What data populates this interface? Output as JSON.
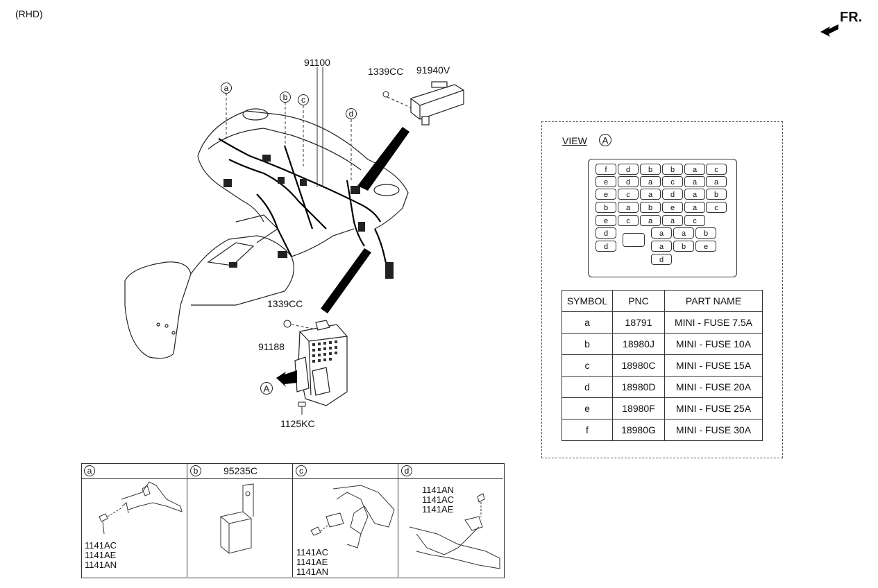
{
  "header": {
    "rhd": "(RHD)",
    "front": "FR."
  },
  "callouts": {
    "harness": "91100",
    "nut_top": "1339CC",
    "module": "91940V",
    "nut_mid": "1339CC",
    "junction_box": "91188",
    "bolt": "1125KC",
    "view_marker": "A"
  },
  "detail_letters": [
    "a",
    "b",
    "c",
    "d"
  ],
  "view": {
    "title": "VIEW",
    "marker": "A",
    "fuse_grid": [
      [
        "f",
        "d",
        "b",
        "b",
        "a",
        "c"
      ],
      [
        "e",
        "d",
        "a",
        "c",
        "a",
        "a"
      ],
      [
        "e",
        "c",
        "a",
        "d",
        "a",
        "b"
      ],
      [
        "b",
        "a",
        "b",
        "e",
        "a",
        "c"
      ],
      [
        "e",
        "c",
        "a",
        "a",
        "c"
      ],
      [
        "d",
        "a",
        "a",
        "b"
      ],
      [
        "d",
        "a",
        "b",
        "e"
      ],
      [
        "d"
      ]
    ]
  },
  "table": {
    "headers": [
      "SYMBOL",
      "PNC",
      "PART NAME"
    ],
    "rows": [
      [
        "a",
        "18791",
        "MINI - FUSE 7.5A"
      ],
      [
        "b",
        "18980J",
        "MINI - FUSE 10A"
      ],
      [
        "c",
        "18980C",
        "MINI - FUSE 15A"
      ],
      [
        "d",
        "18980D",
        "MINI - FUSE 20A"
      ],
      [
        "e",
        "18980F",
        "MINI - FUSE 25A"
      ],
      [
        "f",
        "18980G",
        "MINI - FUSE 30A"
      ]
    ]
  },
  "details": {
    "a": {
      "letter": "a",
      "parts": [
        "1141AC",
        "1141AE",
        "1141AN"
      ]
    },
    "b": {
      "letter": "b",
      "title": "95235C"
    },
    "c": {
      "letter": "c",
      "parts": [
        "1141AC",
        "1141AE",
        "1141AN"
      ]
    },
    "d": {
      "letter": "d",
      "parts": [
        "1141AN",
        "1141AC",
        "1141AE"
      ]
    }
  }
}
